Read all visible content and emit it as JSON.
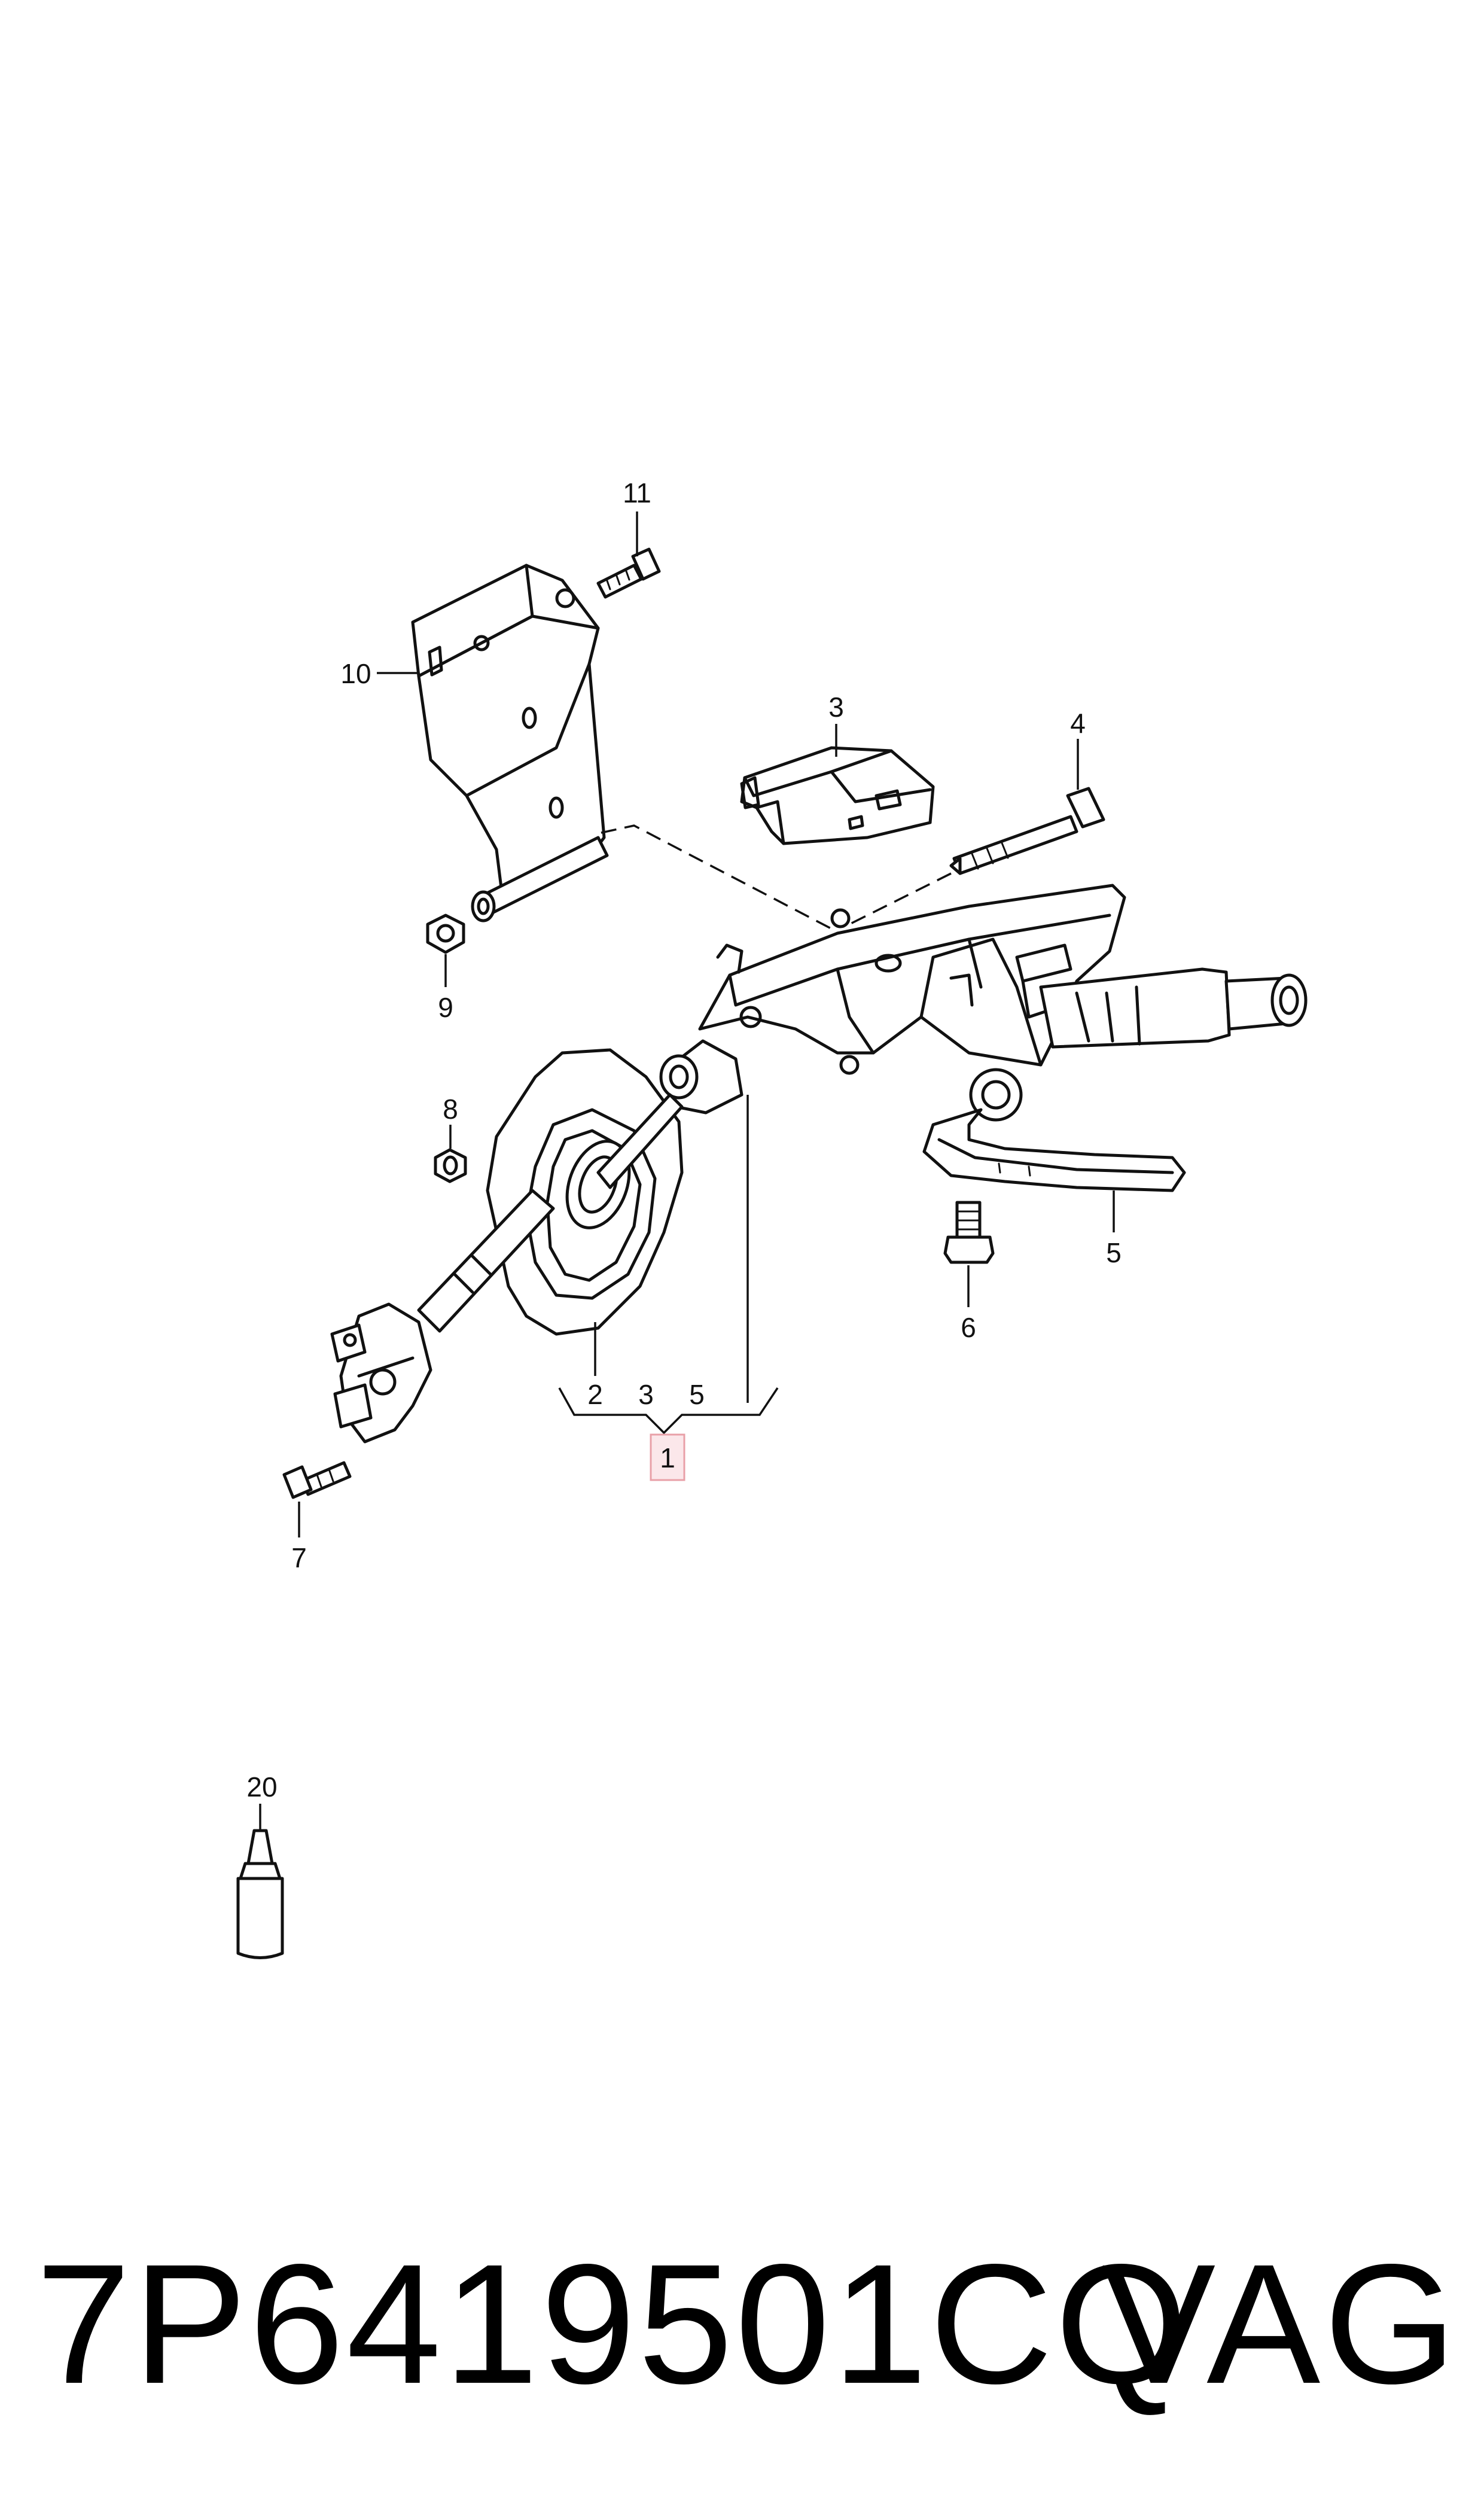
{
  "callouts": {
    "c1": "1",
    "c2": "2",
    "c3": "3",
    "c3b": "3",
    "c4": "4",
    "c5": "5",
    "c5b": "5",
    "c6": "6",
    "c7": "7",
    "c8": "8",
    "c9": "9",
    "c10": "10",
    "c11": "11",
    "c20": "20"
  },
  "highlight_color": "#e8a0a8",
  "footer": {
    "part_number": "7P6419501CQ",
    "brand": "VAG"
  }
}
